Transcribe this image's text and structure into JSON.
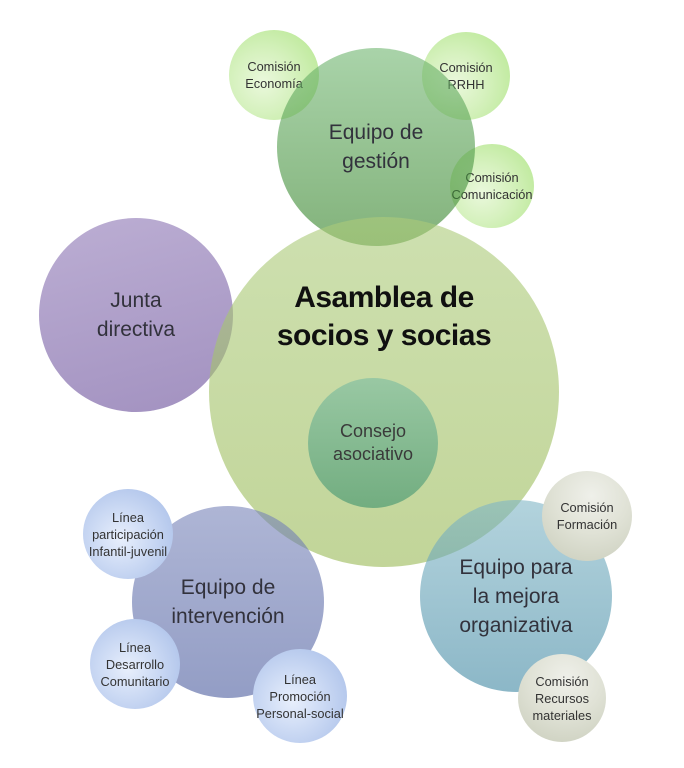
{
  "diagram": {
    "nodes": {
      "comision_economia": {
        "label": "Comisión\nEconomía"
      },
      "comision_rrhh": {
        "label": "Comisión\nRRHH"
      },
      "comision_comunicacion": {
        "label": "Comisión\nComunicación"
      },
      "equipo_gestion": {
        "label": "Equipo de\ngestión"
      },
      "junta_directiva": {
        "label": "Junta\ndirectiva"
      },
      "asamblea": {
        "label": "Asamblea de\nsocios y socias"
      },
      "consejo_asociativo": {
        "label": "Consejo\nasociativo"
      },
      "linea_participacion": {
        "label": "Línea\nparticipación\nInfantil-juvenil"
      },
      "equipo_intervencion": {
        "label": "Equipo de\nintervención"
      },
      "linea_desarrollo": {
        "label": "Línea\nDesarrollo\nComunitario"
      },
      "linea_promocion": {
        "label": "Línea\nPromoción\nPersonal-social"
      },
      "equipo_mejora": {
        "label": "Equipo para\nla mejora\norganizativa"
      },
      "comision_formacion": {
        "label": "Comisión\nFormación"
      },
      "comision_recursos": {
        "label": "Comisión\nRecursos\nmateriales"
      }
    },
    "palette": {
      "green_team": "#9ec9a0",
      "green_light_commission": "#cfeeb4",
      "olive_assembly": "#c9dba4",
      "green_council": "#84bb90",
      "purple_board": "#b3a5cd",
      "blue_purple_team": "#a0a8cc",
      "blue_light_line": "#c3d4f0",
      "steel_blue_team": "#a2c8d4",
      "gray_commission": "#d9dccd"
    }
  }
}
